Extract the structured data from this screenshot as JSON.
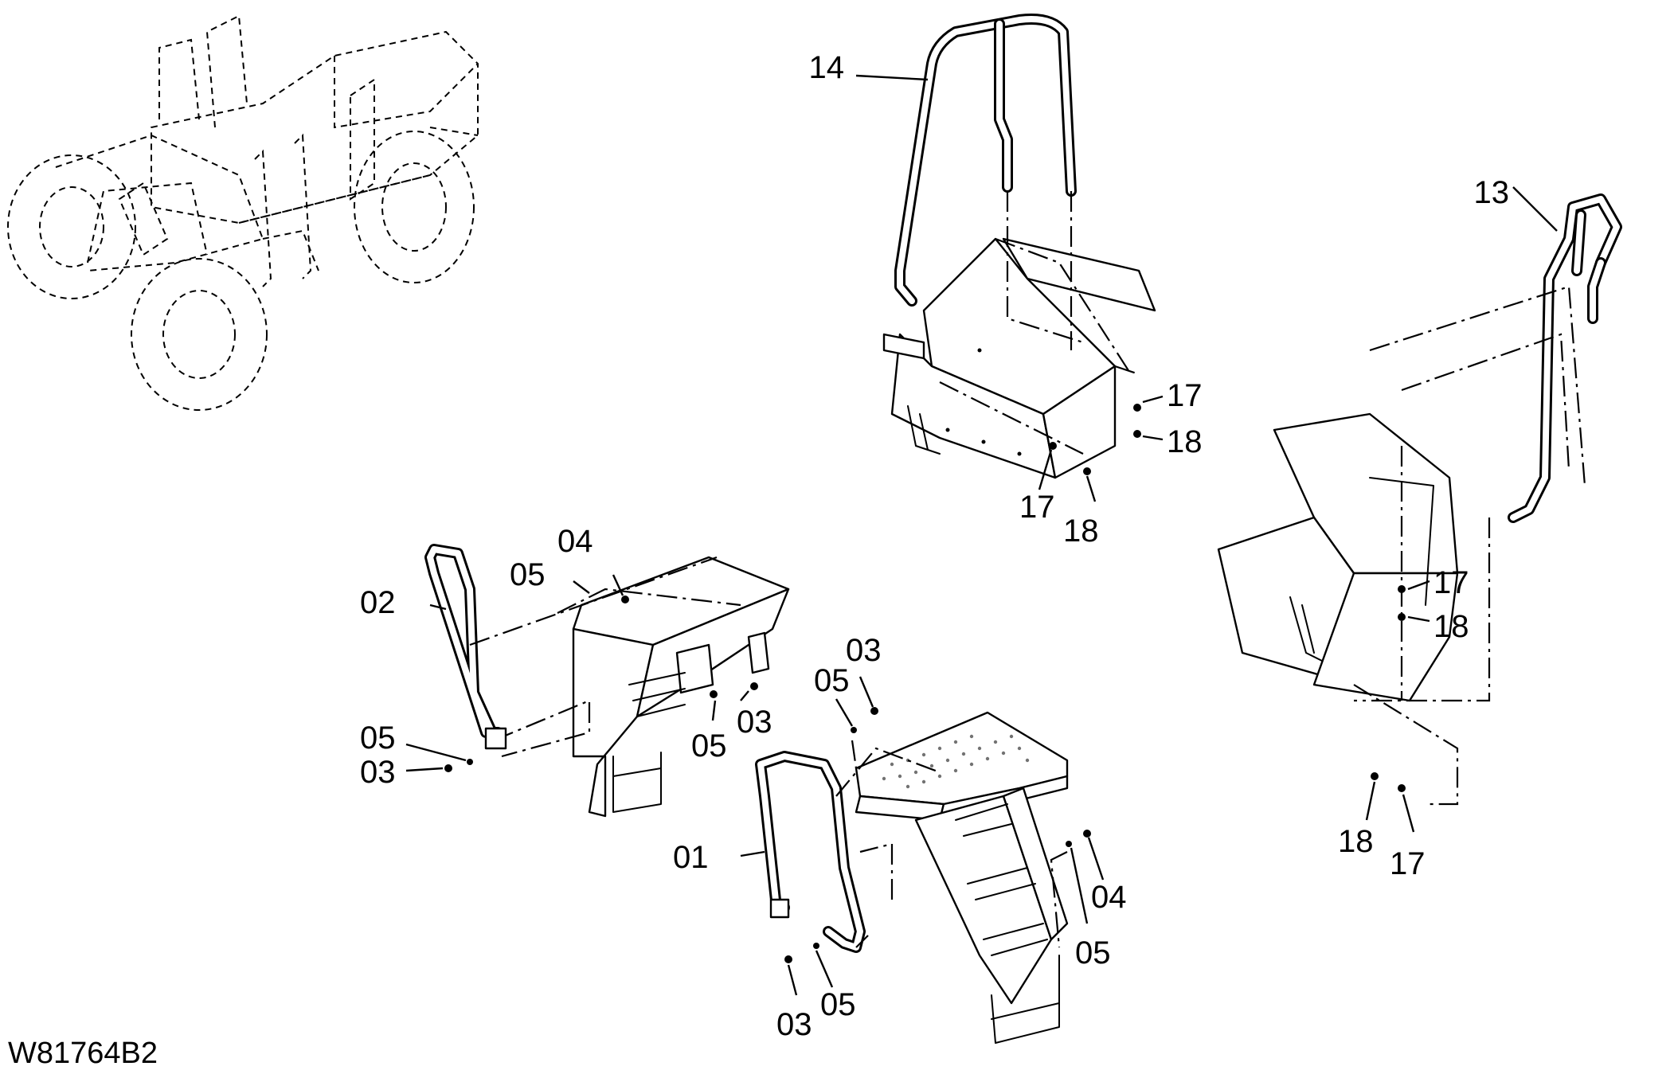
{
  "drawing": {
    "code": "W81764B2"
  },
  "callouts": [
    {
      "id": "c14",
      "text": "14"
    },
    {
      "id": "c13",
      "text": "13"
    },
    {
      "id": "c17a",
      "text": "17"
    },
    {
      "id": "c18a",
      "text": "18"
    },
    {
      "id": "c17b",
      "text": "17"
    },
    {
      "id": "c18b",
      "text": "18"
    },
    {
      "id": "c17c",
      "text": "17"
    },
    {
      "id": "c18c",
      "text": "18"
    },
    {
      "id": "c18d",
      "text": "18"
    },
    {
      "id": "c17d",
      "text": "17"
    },
    {
      "id": "c02",
      "text": "02"
    },
    {
      "id": "c04a",
      "text": "04"
    },
    {
      "id": "c05a",
      "text": "05"
    },
    {
      "id": "c05b",
      "text": "05"
    },
    {
      "id": "c03a",
      "text": "03"
    },
    {
      "id": "c05c",
      "text": "05"
    },
    {
      "id": "c03b",
      "text": "03"
    },
    {
      "id": "c03c",
      "text": "03"
    },
    {
      "id": "c05d",
      "text": "05"
    },
    {
      "id": "c01",
      "text": "01"
    },
    {
      "id": "c04b",
      "text": "04"
    },
    {
      "id": "c05e",
      "text": "05"
    },
    {
      "id": "c05f",
      "text": "05"
    },
    {
      "id": "c03d",
      "text": "03"
    }
  ]
}
